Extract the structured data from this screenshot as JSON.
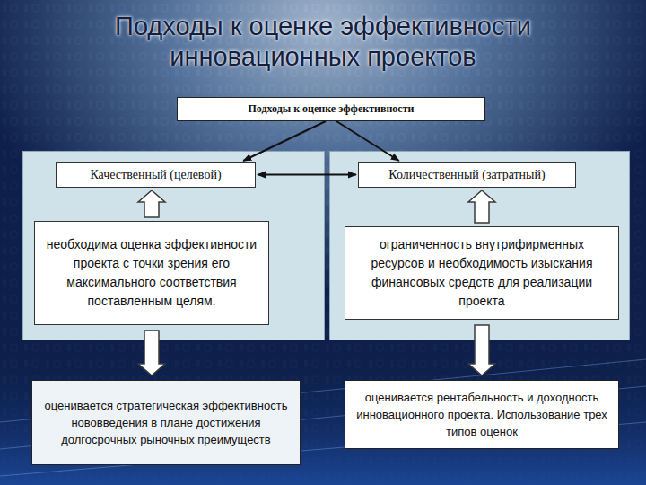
{
  "diagram": {
    "title": "Подходы к оценке эффективности инновационных проектов",
    "nodes": [
      {
        "text": [
          "Подходы к оценке эффективности"
        ]
      },
      {
        "text": [
          "Качественный (целевой)"
        ]
      },
      {
        "text": [
          "Количественный (затратный)"
        ]
      },
      {
        "text": [
          "необходима оценка эффективности проекта с точки зрения его максимального соответствия поставленным целям."
        ]
      },
      {
        "text": [
          "ограниченность внутрифирменных ресурсов и необходимость изыскания финансовых средств для реализации проекта"
        ]
      },
      {
        "text": [
          "оценивается стратегическая эффективность нововведения в плане достижения долгосрочных рыночных преимуществ"
        ]
      },
      {
        "text": [
          "оценивается рентабельность и доходность инновационного проекта. Использование трех типов оценок"
        ]
      }
    ],
    "edges": [
      {
        "from": 0,
        "to": 1,
        "arrow": "to"
      },
      {
        "from": 0,
        "to": 2,
        "arrow": "to"
      },
      {
        "from": 1,
        "to": 2,
        "arrow": "both"
      },
      {
        "from": 3,
        "to": 1,
        "arrow": "to"
      },
      {
        "from": 4,
        "to": 2,
        "arrow": "to"
      },
      {
        "from": 3,
        "to": 5,
        "arrow": "to"
      },
      {
        "from": 4,
        "to": 6,
        "arrow": "to"
      }
    ]
  }
}
